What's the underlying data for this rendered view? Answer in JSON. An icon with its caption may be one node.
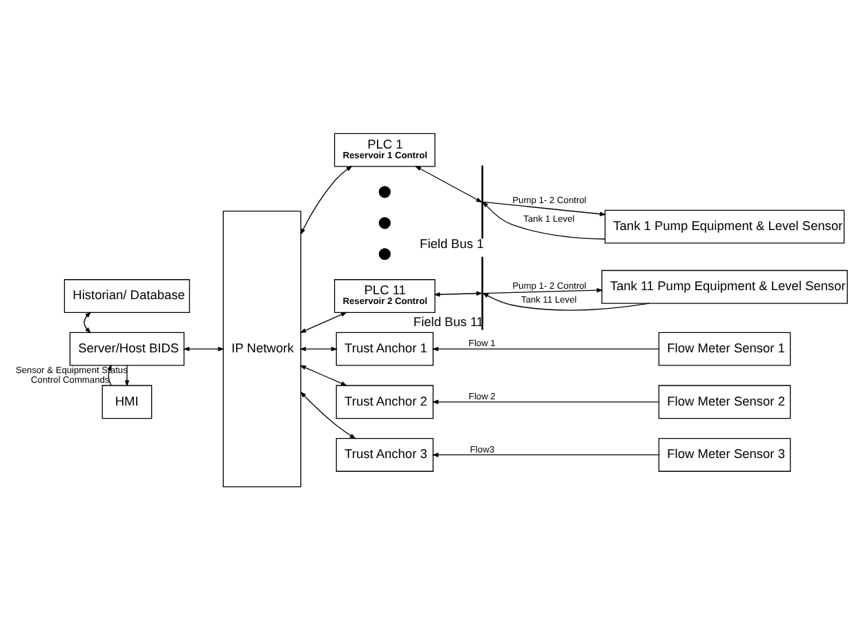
{
  "diagram": {
    "nodes": [
      {
        "text": [
          "HMI"
        ]
      },
      {
        "text": [
          "Server/Host BIDS"
        ]
      },
      {
        "text": [
          "Historian/ Database"
        ]
      },
      {
        "text": [
          "IP Network"
        ]
      },
      {
        "text": [
          "PLC 1",
          "Reservoir 1 Control"
        ]
      },
      {
        "text": [],
        "shape": "bar",
        "beside": [
          "Field Bus 1"
        ]
      },
      {
        "text": [
          "Tank 1 Pump Equipment & Level Sensor"
        ]
      },
      {
        "text": [],
        "shape": "circle"
      },
      {
        "text": [],
        "shape": "circle"
      },
      {
        "text": [],
        "shape": "circle"
      },
      {
        "text": [
          "PLC 11",
          "Reservoir 2 Control"
        ]
      },
      {
        "text": [],
        "shape": "bar",
        "beside": [
          "Field Bus 11"
        ]
      },
      {
        "text": [
          "Tank 11 Pump Equipment & Level Sensor"
        ]
      },
      {
        "text": [
          "Trust Anchor 1"
        ]
      },
      {
        "text": [
          "Flow Meter Sensor 1"
        ]
      },
      {
        "text": [
          "Trust Anchor 2"
        ]
      },
      {
        "text": [
          "Flow Meter Sensor 2"
        ]
      },
      {
        "text": [
          "Trust Anchor 3"
        ]
      },
      {
        "text": [
          "Flow Meter Sensor 3"
        ]
      }
    ],
    "edges": [
      {
        "from": 1,
        "to": 0,
        "arrow": "to",
        "label": "Sensor & Equipment Status"
      },
      {
        "from": 0,
        "to": 1,
        "arrow": "to",
        "label": "Control Commands"
      },
      {
        "from": 1,
        "to": 2,
        "arrow": "both"
      },
      {
        "from": 1,
        "to": 3,
        "arrow": "both"
      },
      {
        "from": 3,
        "to": 4,
        "arrow": "both"
      },
      {
        "from": 4,
        "to": 5,
        "arrow": "both"
      },
      {
        "from": 5,
        "to": 6,
        "arrow": "to",
        "label": "Pump 1- 2 Control"
      },
      {
        "from": 6,
        "to": 5,
        "arrow": "to",
        "label": "Tank 1 Level"
      },
      {
        "from": 3,
        "to": 10,
        "arrow": "both"
      },
      {
        "from": 10,
        "to": 11,
        "arrow": "both"
      },
      {
        "from": 11,
        "to": 12,
        "arrow": "to",
        "label": "Pump 1- 2 Control"
      },
      {
        "from": 12,
        "to": 11,
        "arrow": "to",
        "label": "Tank 11 Level"
      },
      {
        "from": 3,
        "to": 13,
        "arrow": "both"
      },
      {
        "from": 14,
        "to": 13,
        "arrow": "to",
        "label": "Flow 1"
      },
      {
        "from": 3,
        "to": 15,
        "arrow": "both"
      },
      {
        "from": 16,
        "to": 15,
        "arrow": "to",
        "label": "Flow 2"
      },
      {
        "from": 3,
        "to": 17,
        "arrow": "both"
      },
      {
        "from": 18,
        "to": 17,
        "arrow": "to",
        "label": "Flow3"
      }
    ]
  }
}
